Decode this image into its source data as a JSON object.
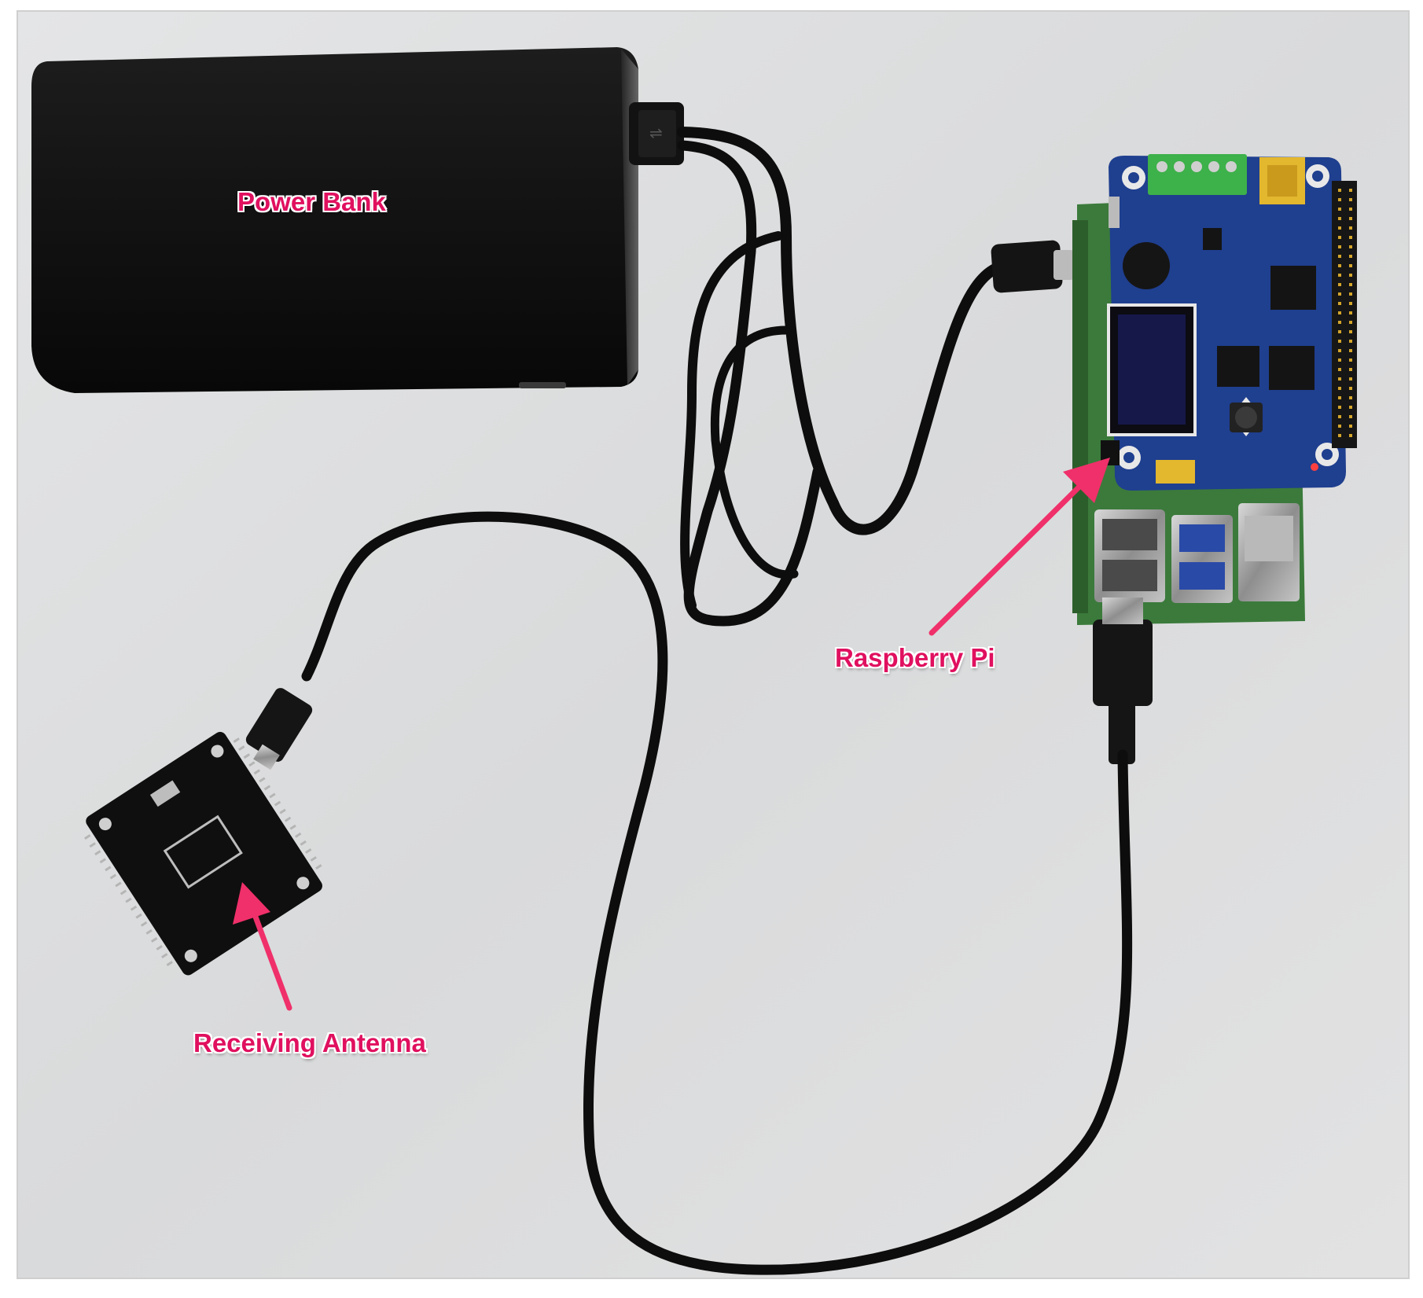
{
  "labels": {
    "power_bank": "Power Bank",
    "raspberry_pi": "Raspberry Pi",
    "receiving_antenna": "Receiving Antenna"
  },
  "colors": {
    "label_text": "#e0105f",
    "arrow": "#f0306a",
    "background": "#dddedf",
    "power_bank": "#141414",
    "pcb_blue": "#1f3f8f",
    "pcb_green": "#3b7a3b",
    "cable": "#0d0d0d"
  }
}
